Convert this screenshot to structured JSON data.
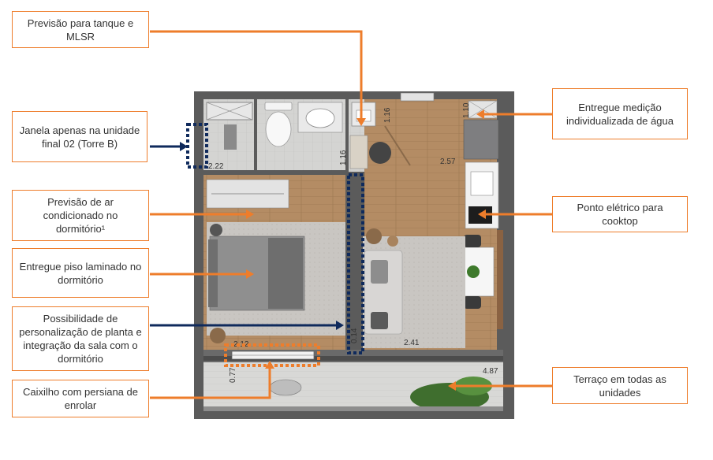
{
  "callouts": {
    "tanque": "Previsão para tanque e MLSR",
    "janela": "Janela apenas na unidade final 02 (Torre B)",
    "ar": "Previsão de ar condicionado no dormitório¹",
    "piso": "Entregue piso laminado no dormitório",
    "personalizacao": "Possibilidade de personalização de planta e integração da sala com o dormitório",
    "caixilho": "Caixilho com persiana de enrolar",
    "medicao": "Entregue medição individualizada de água",
    "cooktop": "Ponto elétrico para cooktop",
    "terraco": "Terraço em todas as unidades"
  },
  "dimensions": {
    "banho_w": "2.22",
    "tanque_v1": "1.16",
    "tanque_v2": "1.16",
    "medicao_v": "1.10",
    "cozinha_w": "2.57",
    "dorm_w": "2.12",
    "sala_w": "2.41",
    "terraco_d": "0.77",
    "terraco_w": "4.87",
    "parede": "0.14"
  },
  "colors": {
    "accent": "#ee7d2b",
    "navy": "#0f2a5c",
    "wall": "#5b5b5b",
    "wood": "#b08a63",
    "tile": "#cfcfcd"
  }
}
